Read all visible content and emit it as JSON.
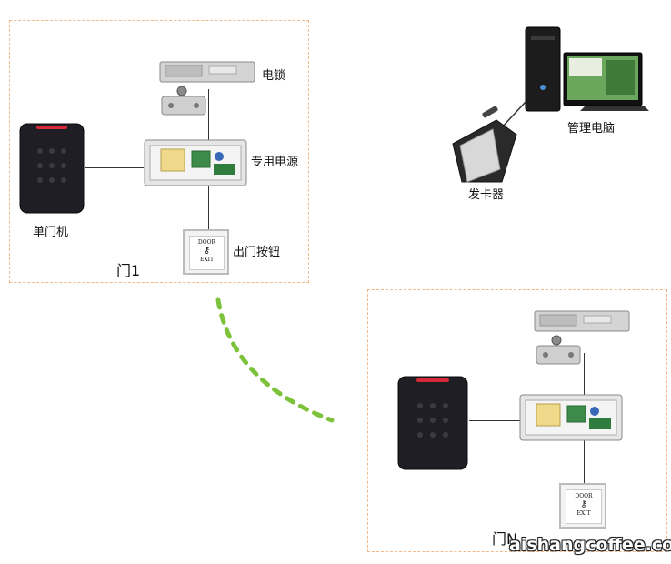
{
  "door1": {
    "lock_label": "电锁",
    "power_label": "专用电源",
    "reader_label": "单门机",
    "exit_button_label": "出门按钮",
    "door_name": "门1"
  },
  "doorN": {
    "door_name": "门N"
  },
  "management": {
    "pc_label": "管理电脑",
    "card_issuer_label": "发卡器"
  },
  "exit_button_text": {
    "top": "DOOR",
    "bottom": "EXIT"
  },
  "watermark": "aishangcoffee.com",
  "colors": {
    "dashed_border": "#f1b98a",
    "arc": "#7cc23a",
    "reader_body": "#1e1e24",
    "reader_red_strip": "#d62a3a",
    "lock_metal": "#c8c8c8"
  }
}
